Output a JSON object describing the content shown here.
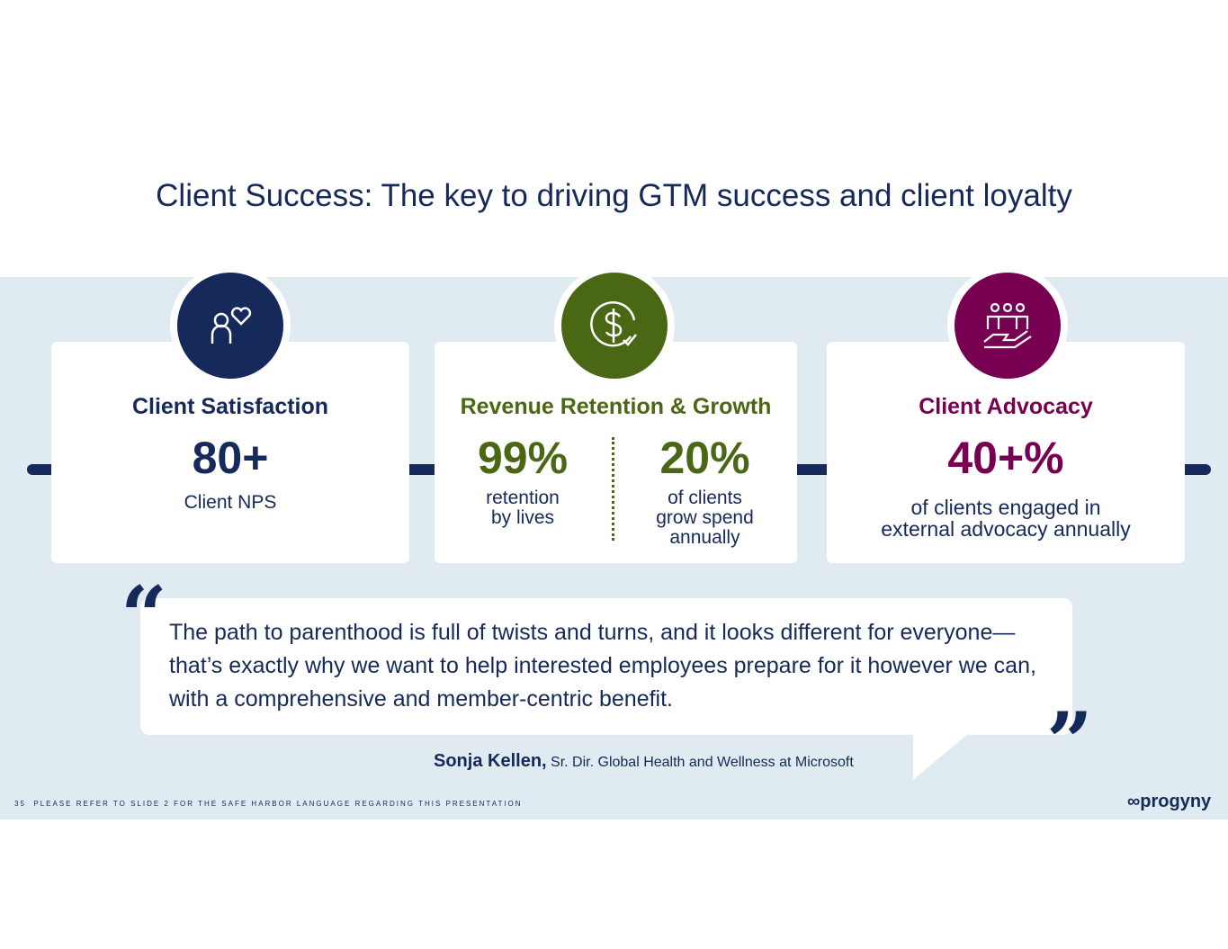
{
  "title": "Client Success: The key to driving GTM success and client loyalty",
  "cards": [
    {
      "heading": "Client Satisfaction",
      "value": "80+",
      "caption": "Client NPS",
      "icon": "person-heart-icon",
      "color": "#15295a"
    },
    {
      "heading": "Revenue Retention & Growth",
      "value1": "99%",
      "caption1a": "retention",
      "caption1b": "by lives",
      "value2": "20%",
      "caption2a": "of clients",
      "caption2b": "grow spend",
      "caption2c": "annually",
      "icon": "dollar-check-icon",
      "color": "#4a6714"
    },
    {
      "heading": "Client Advocacy",
      "value": "40+%",
      "caption_a": "of clients engaged in",
      "caption_b": "external advocacy annually",
      "icon": "hand-people-icon",
      "color": "#780052"
    }
  ],
  "quote": {
    "text": "The path to parenthood is full of twists and turns, and it looks different for everyone—that’s exactly why we want to help interested employees prepare for it however we can, with a comprehensive and member-centric benefit.",
    "author": "Sonja Kellen,",
    "role": "Sr. Dir. Global Health and Wellness at Microsoft"
  },
  "footer": {
    "page": "35",
    "disclaimer": "PLEASE REFER TO SLIDE 2 FOR THE SAFE HARBOR LANGUAGE REGARDING THIS PRESENTATION",
    "logo": "progyny"
  }
}
